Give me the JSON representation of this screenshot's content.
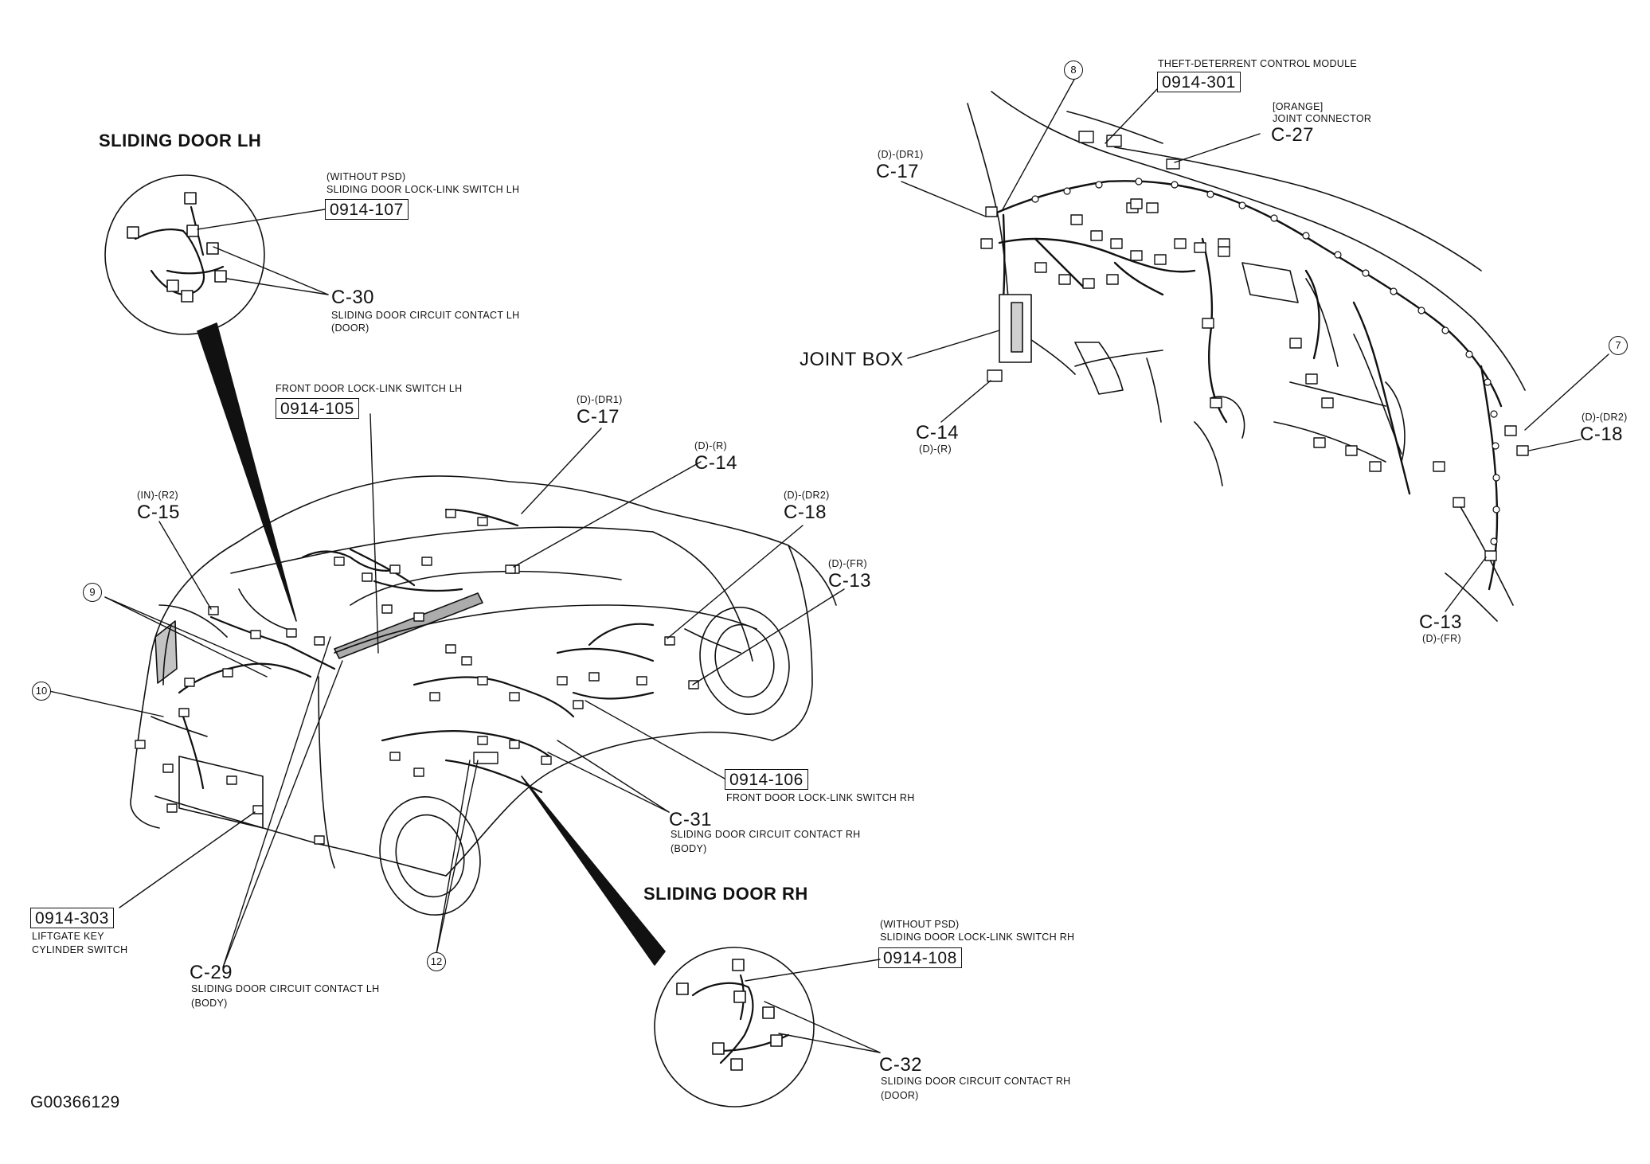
{
  "headings": {
    "sliding_door_lh": "SLIDING DOOR LH",
    "sliding_door_rh": "SLIDING DOOR RH"
  },
  "callouts": {
    "c30": {
      "code": "C-30",
      "desc": "SLIDING DOOR CIRCUIT CONTACT LH",
      "sub": "(DOOR)"
    },
    "lh_switch": {
      "note": "(WITHOUT PSD)",
      "desc": "SLIDING DOOR LOCK-LINK SWITCH LH",
      "ref": "0914-107"
    },
    "front_lh": {
      "desc": "FRONT DOOR LOCK-LINK SWITCH LH",
      "ref": "0914-105"
    },
    "c15": {
      "code": "C-15",
      "sub": "(IN)-(R2)"
    },
    "c17_car": {
      "code": "C-17",
      "sub": "(D)-(DR1)"
    },
    "c14_car": {
      "code": "C-14",
      "sub": "(D)-(R)"
    },
    "c18_car": {
      "code": "C-18",
      "sub": "(D)-(DR2)"
    },
    "c13_car": {
      "code": "C-13",
      "sub": "(D)-(FR)"
    },
    "front_rh": {
      "ref": "0914-106",
      "desc": "FRONT DOOR LOCK-LINK SWITCH RH"
    },
    "c31": {
      "code": "C-31",
      "desc": "SLIDING DOOR CIRCUIT CONTACT RH",
      "sub": "(BODY)"
    },
    "liftgate": {
      "ref": "0914-303",
      "desc1": "LIFTGATE KEY",
      "desc2": "CYLINDER SWITCH"
    },
    "c29": {
      "code": "C-29",
      "desc": "SLIDING DOOR CIRCUIT CONTACT LH",
      "sub": "(BODY)"
    },
    "rh_switch": {
      "note": "(WITHOUT PSD)",
      "desc": "SLIDING DOOR LOCK-LINK SWITCH RH",
      "ref": "0914-108"
    },
    "c32": {
      "code": "C-32",
      "desc": "SLIDING DOOR CIRCUIT CONTACT RH",
      "sub": "(DOOR)"
    },
    "theft": {
      "desc": "THEFT-DETERRENT CONTROL MODULE",
      "ref": "0914-301"
    },
    "c27": {
      "note": "[ORANGE]",
      "desc": "JOINT CONNECTOR",
      "code": "C-27"
    },
    "c17_dash": {
      "sub": "(D)-(DR1)",
      "code": "C-17"
    },
    "joint_box": "JOINT BOX",
    "c14_dash": {
      "code": "C-14",
      "sub": "(D)-(R)"
    },
    "c18_dash": {
      "sub": "(D)-(DR2)",
      "code": "C-18"
    },
    "c13_dash": {
      "code": "C-13",
      "sub": "(D)-(FR)"
    }
  },
  "markers": [
    "8",
    "7",
    "9",
    "10",
    "12"
  ],
  "figure_id": "G00366129"
}
